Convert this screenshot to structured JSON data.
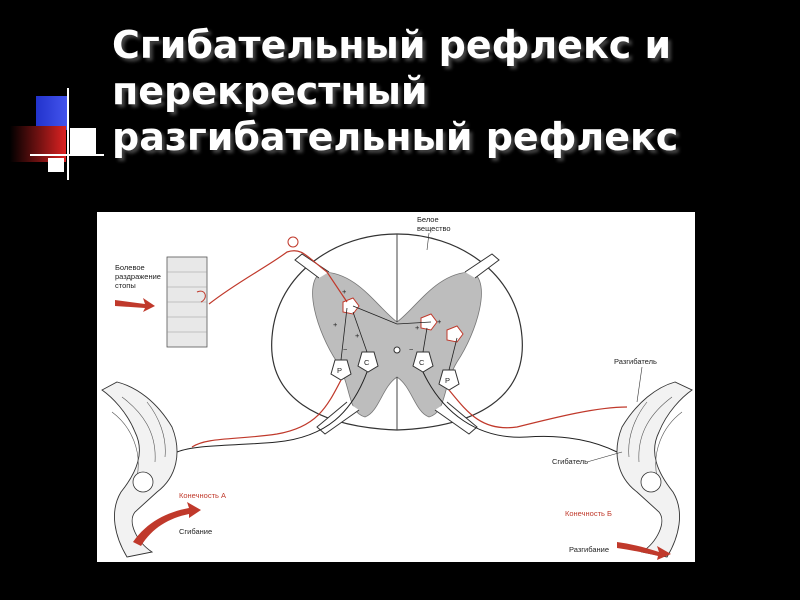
{
  "title": {
    "line1": "Сгибательный рефлекс и",
    "line2": "перекрестный",
    "line3": "разгибательный рефлекс"
  },
  "diagram": {
    "white_matter_label_1": "Белое",
    "white_matter_label_2": "вещество",
    "stimulus_label_1": "Болевое",
    "stimulus_label_2": "раздражение",
    "stimulus_label_3": "стопы",
    "extensor_label": "Разгибатель",
    "flexor_label": "Сгибатель",
    "limb_a_label": "Конечность А",
    "flexion_label": "Сгибание",
    "limb_b_label": "Конечность Б",
    "extension_label": "Разгибание",
    "neuron_p": "P",
    "neuron_c": "C",
    "plus_sign": "+",
    "minus_sign": "−"
  },
  "colors": {
    "background": "#000000",
    "title": "#ffffff",
    "nerve_path": "#c0392b",
    "grey_matter": "#bdbdbd",
    "deco_blue": "#2233cc",
    "deco_red": "#cc2222"
  }
}
